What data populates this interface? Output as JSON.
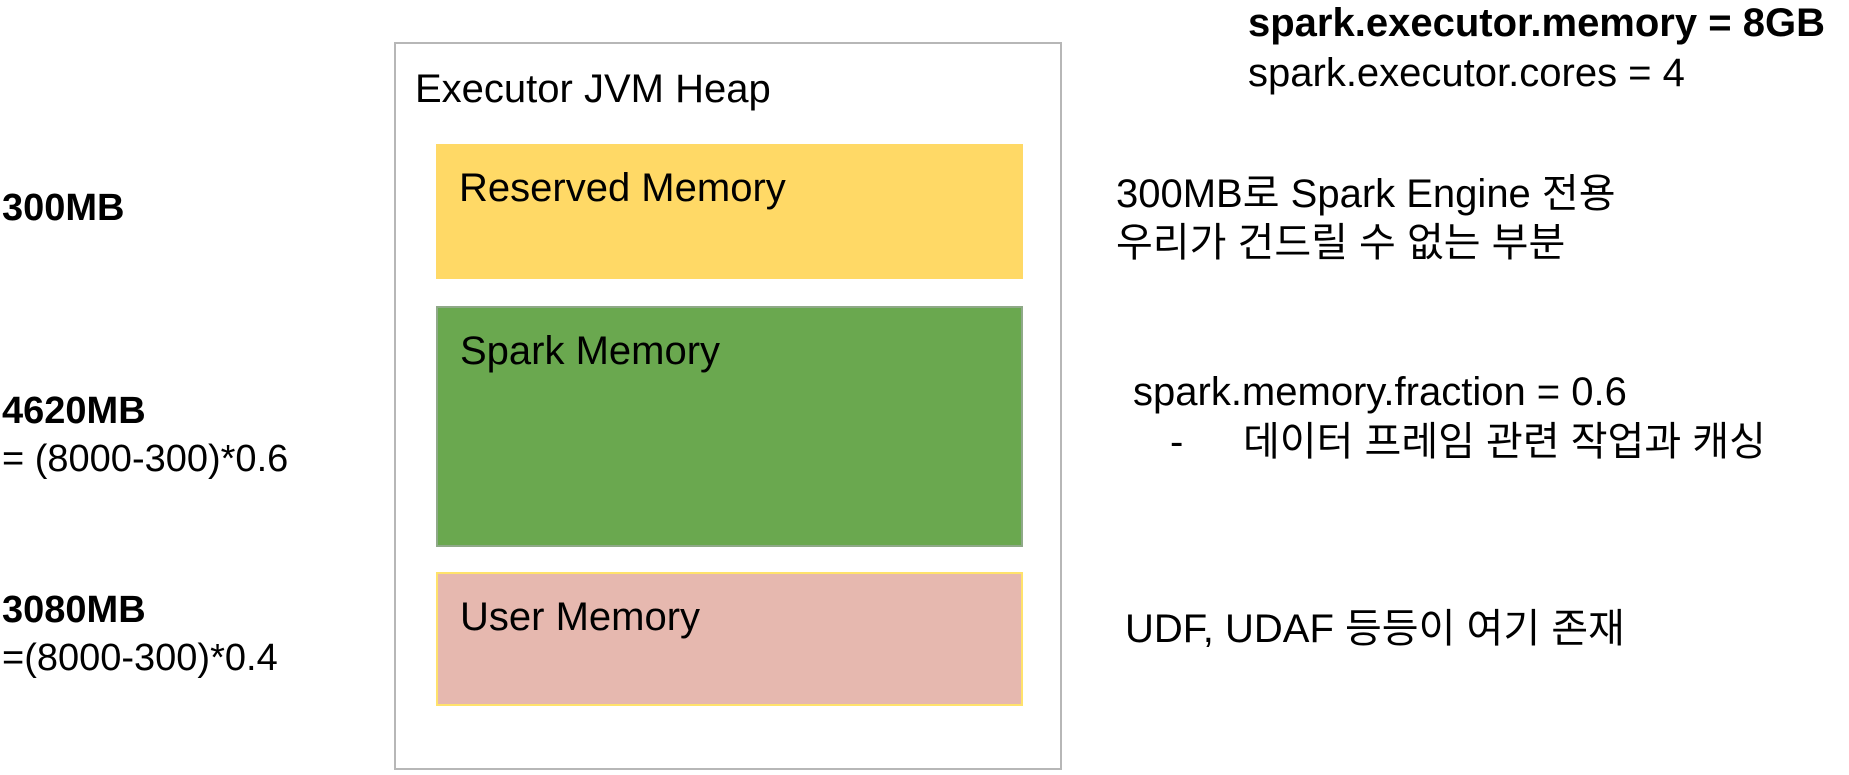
{
  "config": {
    "memory": "spark.executor.memory = 8GB",
    "cores": "spark.executor.cores = 4"
  },
  "heap": {
    "title": "Executor JVM Heap",
    "regions": [
      {
        "label": "Reserved Memory",
        "color": "#ffd966"
      },
      {
        "label": "Spark Memory",
        "color": "#6aa84f"
      },
      {
        "label": "User Memory",
        "color": "#e6b8af"
      }
    ]
  },
  "left": {
    "reserved_size": "300MB",
    "spark_size": "4620MB",
    "spark_formula": "= (8000-300)*0.6",
    "user_size": "3080MB",
    "user_formula": "=(8000-300)*0.4"
  },
  "right": {
    "reserved_line1": "300MB로 Spark Engine 전용",
    "reserved_line2": "우리가 건드릴 수 없는 부분",
    "spark_line1": "spark.memory.fraction = 0.6",
    "spark_bullet": "-",
    "spark_line2": "데이터 프레임 관련 작업과 캐싱",
    "user_line1": "UDF, UDAF 등등이 여기 존재"
  }
}
